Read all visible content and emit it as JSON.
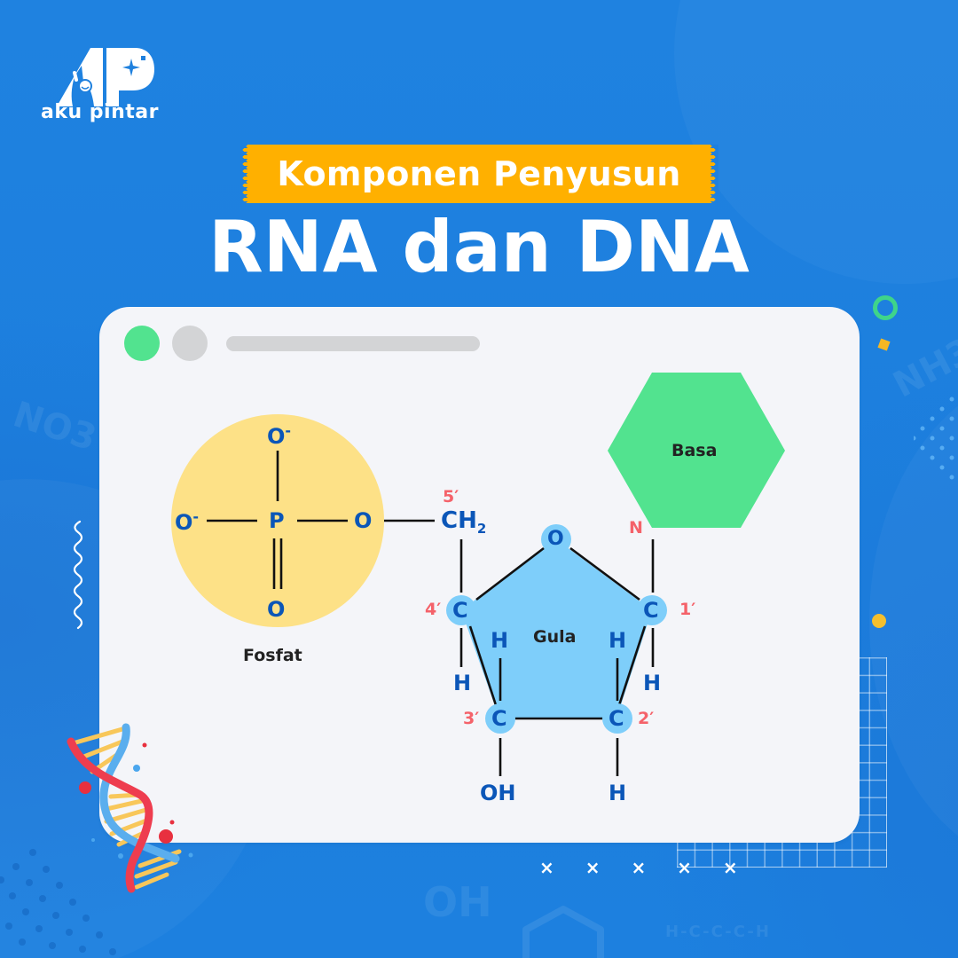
{
  "brand": {
    "name": "aku pintar",
    "logo_icon": "ap-mascot-logo-icon"
  },
  "header": {
    "banner": "Komponen Penyusun",
    "title": "RNA dan DNA"
  },
  "colors": {
    "background": "#1e80de",
    "banner": "#ffb000",
    "card": "#f4f5f9",
    "fosfat_circle": "#fde187",
    "gula_pentagon": "#7ecefa",
    "basa_hexagon": "#52e38f",
    "atom_label": "#0b56b8",
    "position_label": "#f4626a",
    "bond": "#111111"
  },
  "window_chrome": {
    "dots": [
      "green",
      "gray"
    ],
    "address_bar": ""
  },
  "diagram": {
    "fosfat": {
      "label": "Fosfat",
      "center": "P",
      "top": "O",
      "top_charge": "-",
      "left": "O",
      "left_charge": "-",
      "right": "O",
      "bottom": "O",
      "bottom_bond": "double"
    },
    "linker": {
      "group": "CH",
      "subscript": "2",
      "position": "5′"
    },
    "gula": {
      "label": "Gula",
      "ring_oxygen": "O",
      "carbons": [
        {
          "atom": "C",
          "position": "1′"
        },
        {
          "atom": "C",
          "position": "2′"
        },
        {
          "atom": "C",
          "position": "3′"
        },
        {
          "atom": "C",
          "position": "4′"
        }
      ],
      "substituents": {
        "c4_down": "H",
        "c4_inner": "H",
        "c1_inner": "H",
        "c1_down": "H",
        "c3_down": "OH",
        "c2_down": "H"
      }
    },
    "basa": {
      "label": "Basa",
      "link_atom": "N"
    }
  },
  "decorations": {
    "bg_formulas": [
      "NO3",
      "NH3",
      "OH",
      "H-C-C-C-H"
    ],
    "crosses": "× × × × ×",
    "dna_helix": "dna-helix-illustration"
  }
}
